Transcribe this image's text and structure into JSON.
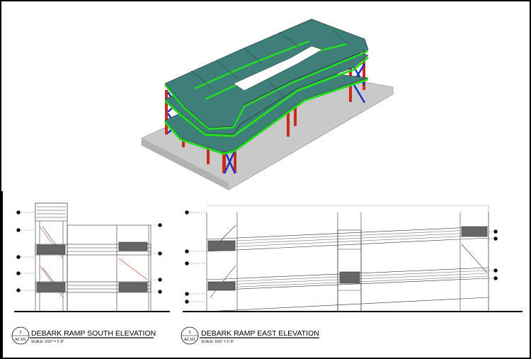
{
  "colors": {
    "deck": "#3e7f79",
    "deck_dark": "#2f6560",
    "beam": "#22dd22",
    "column": "#cc2b1c",
    "bracing": "#1a2ec8",
    "ground": "#c8c8c8",
    "line": "#333333",
    "paper": "#ffffff",
    "border": "#000000"
  },
  "views": {
    "isometric": {
      "icon": "isometric-3d-view"
    },
    "south": {
      "title": "DEBARK RAMP SOUTH ELEVATION",
      "scale": "SCALE: 3/16\" = 1'-0\"",
      "bubble_num": "2",
      "bubble_sheet": "A2.101"
    },
    "east": {
      "title": "DEBARK RAMP EAST ELEVATION",
      "scale": "SCALE: 3/16\" = 1'-0\"",
      "bubble_num": "3",
      "bubble_sheet": "A2.101"
    }
  }
}
